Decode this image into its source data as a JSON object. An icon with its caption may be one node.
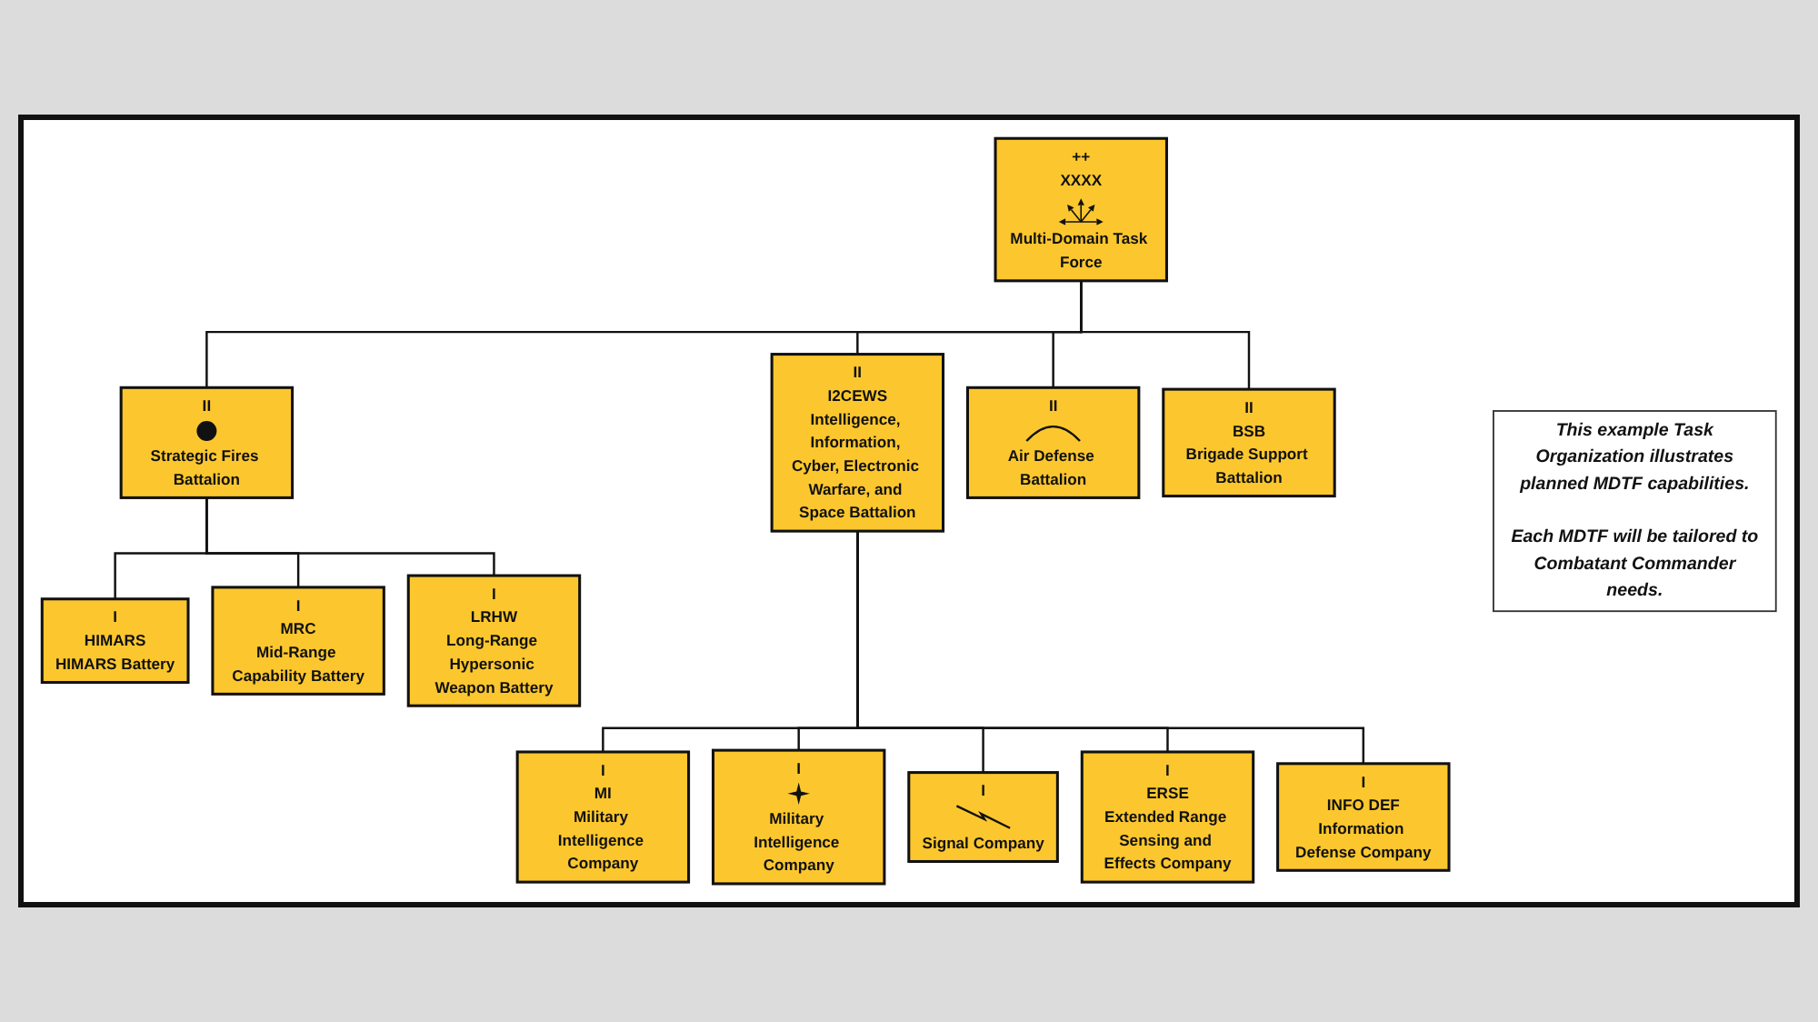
{
  "diagram": {
    "nodes": [
      {
        "text": [
          "++",
          "XXXX",
          "Multi-Domain Task Force"
        ]
      },
      {
        "text": [
          "II",
          "I2CEWS",
          "Intelligence, Information, Cyber, Electronic Warfare, and Space Battalion"
        ]
      },
      {
        "text": [
          "II",
          "Strategic Fires Battalion"
        ]
      },
      {
        "text": [
          "II",
          "Air Defense Battalion"
        ]
      },
      {
        "text": [
          "II",
          "BSB",
          "Brigade Support Battalion"
        ]
      },
      {
        "text": [
          "I",
          "HIMARS",
          "HIMARS Battery"
        ]
      },
      {
        "text": [
          "I",
          "MRC",
          "Mid-Range Capability Battery"
        ]
      },
      {
        "text": [
          "I",
          "LRHW",
          "Long-Range Hypersonic Weapon Battery"
        ]
      },
      {
        "text": [
          "I",
          "MI",
          "Military Intelligence Company"
        ]
      },
      {
        "text": [
          "I",
          "Military Intelligence Company"
        ]
      },
      {
        "text": [
          "I",
          "Signal Company"
        ]
      },
      {
        "text": [
          "I",
          "ERSE",
          "Extended Range Sensing and Effects Company"
        ]
      },
      {
        "text": [
          "I",
          "INFO DEF",
          "Information Defense Company"
        ]
      },
      {
        "text": [
          "This example Task Organization illustrates planned MDTF capabilities.",
          "Each MDTF will be tailored to Combatant Commander needs."
        ]
      }
    ],
    "edges": [
      {
        "from": 0,
        "to": 1,
        "arrow": "none"
      },
      {
        "from": 0,
        "to": 2,
        "arrow": "none"
      },
      {
        "from": 0,
        "to": 3,
        "arrow": "none"
      },
      {
        "from": 0,
        "to": 4,
        "arrow": "none"
      },
      {
        "from": 2,
        "to": 5,
        "arrow": "none"
      },
      {
        "from": 2,
        "to": 6,
        "arrow": "none"
      },
      {
        "from": 2,
        "to": 7,
        "arrow": "none"
      },
      {
        "from": 1,
        "to": 8,
        "arrow": "none"
      },
      {
        "from": 1,
        "to": 9,
        "arrow": "none"
      },
      {
        "from": 1,
        "to": 10,
        "arrow": "none"
      },
      {
        "from": 1,
        "to": 11,
        "arrow": "none"
      },
      {
        "from": 1,
        "to": 12,
        "arrow": "none"
      }
    ]
  }
}
